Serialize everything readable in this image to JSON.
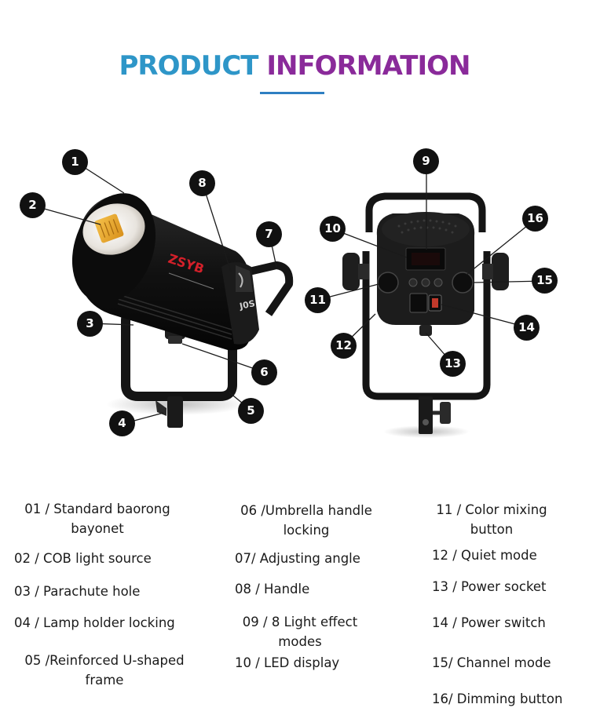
{
  "header": {
    "title_part1": "PRODUCT",
    "title_part2": "INFORMATION"
  },
  "colors": {
    "title_blue": "#2e96c8",
    "title_purple": "#8a2a9a",
    "rule_blue": "#2e7fc2",
    "callout_black": "#111111"
  },
  "product": {
    "brand_logo": "ZSYB",
    "model_badge": "J0S"
  },
  "callouts": [
    "1",
    "2",
    "3",
    "4",
    "5",
    "6",
    "7",
    "8",
    "9",
    "10",
    "11",
    "12",
    "13",
    "14",
    "15",
    "16"
  ],
  "legend": [
    {
      "line1": "01 / Standard baorong",
      "line2": "bayonet"
    },
    {
      "line1": "02 / COB light source",
      "line2": ""
    },
    {
      "line1": "03 / Parachute hole",
      "line2": ""
    },
    {
      "line1": "04 / Lamp holder locking",
      "line2": ""
    },
    {
      "line1": "05 /Reinforced U-shaped",
      "line2": "frame"
    },
    {
      "line1": "06 /Umbrella handle",
      "line2": "locking"
    },
    {
      "line1": "07/ Adjusting angle",
      "line2": ""
    },
    {
      "line1": "08 / Handle",
      "line2": ""
    },
    {
      "line1": "09 / 8 Light effect",
      "line2": "modes"
    },
    {
      "line1": "10 / LED display",
      "line2": ""
    },
    {
      "line1": "11 / Color mixing",
      "line2": "button"
    },
    {
      "line1": "12 / Quiet mode",
      "line2": ""
    },
    {
      "line1": "13 / Power socket",
      "line2": ""
    },
    {
      "line1": "14 / Power switch",
      "line2": ""
    },
    {
      "line1": "15/ Channel mode",
      "line2": ""
    },
    {
      "line1": "16/ Dimming button",
      "line2": ""
    }
  ]
}
